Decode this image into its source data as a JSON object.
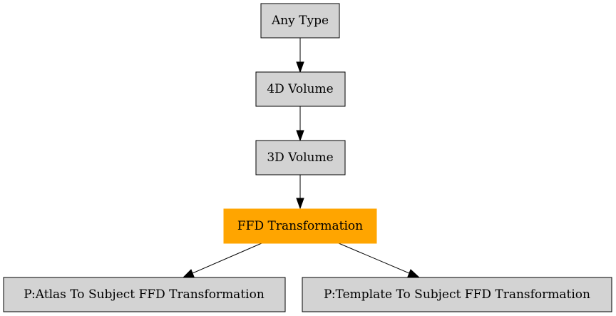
{
  "diagram": {
    "nodes": {
      "any_type": "Any Type",
      "volume_4d": "4D Volume",
      "volume_3d": "3D Volume",
      "ffd_transformation": "FFD Transformation",
      "atlas_to_subject": "P:Atlas To Subject FFD Transformation",
      "template_to_subject": "P:Template To Subject FFD Transformation"
    },
    "edges": [
      {
        "from": "any_type",
        "to": "volume_4d"
      },
      {
        "from": "volume_4d",
        "to": "volume_3d"
      },
      {
        "from": "volume_3d",
        "to": "ffd_transformation"
      },
      {
        "from": "ffd_transformation",
        "to": "atlas_to_subject"
      },
      {
        "from": "ffd_transformation",
        "to": "template_to_subject"
      }
    ],
    "colors": {
      "node_fill": "#d3d3d3",
      "highlight_fill": "#ffa500",
      "edge": "#000000"
    }
  }
}
